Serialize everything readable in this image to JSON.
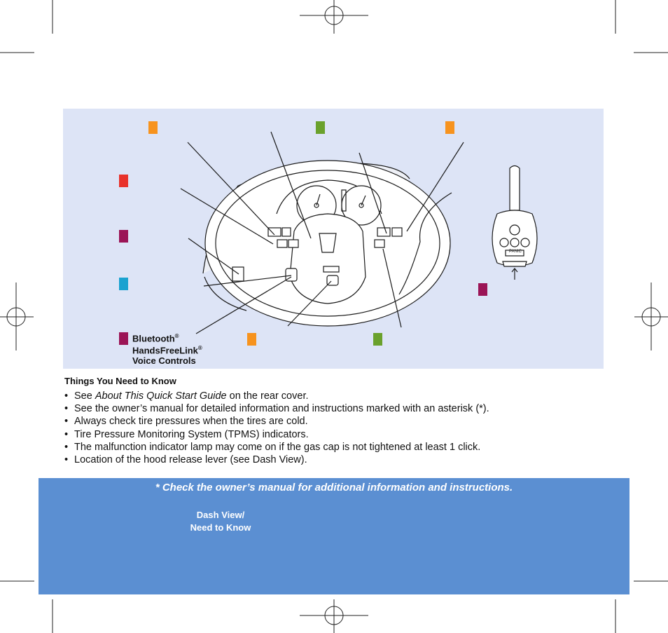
{
  "diagram": {
    "tag_colors": {
      "orange": "#f7931e",
      "green": "#6aa12c",
      "red": "#e8322b",
      "purple": "#9b1456",
      "cyan": "#1aa2d0"
    },
    "bluetooth_label": {
      "line1": "Bluetooth",
      "line2": "HandsFreeLink",
      "line3": "Voice Controls",
      "registered": "®"
    },
    "key_fob": {
      "panic_label": "PANIC"
    }
  },
  "things_to_know": {
    "heading": "Things You Need to Know",
    "bullet_char": "•",
    "items": [
      {
        "before": "See ",
        "italic": "About This Quick Start Guide",
        "after": " on the rear cover."
      },
      {
        "text": "See the owner’s manual for detailed information and instructions marked with an asterisk (*)."
      },
      {
        "text": "Always check tire pressures when the tires are cold."
      },
      {
        "text": "Tire Pressure Monitoring System (TPMS) indicators."
      },
      {
        "text": "The malfunction indicator lamp may come on if the gas cap is not tightened at least 1 click."
      },
      {
        "text": "Location of the hood release lever (see Dash View)."
      }
    ]
  },
  "footer": {
    "note": "* Check the owner’s manual for additional information and instructions.",
    "section_line1": "Dash View/",
    "section_line2": "Need to Know",
    "band_color": "#5b8fd2"
  }
}
